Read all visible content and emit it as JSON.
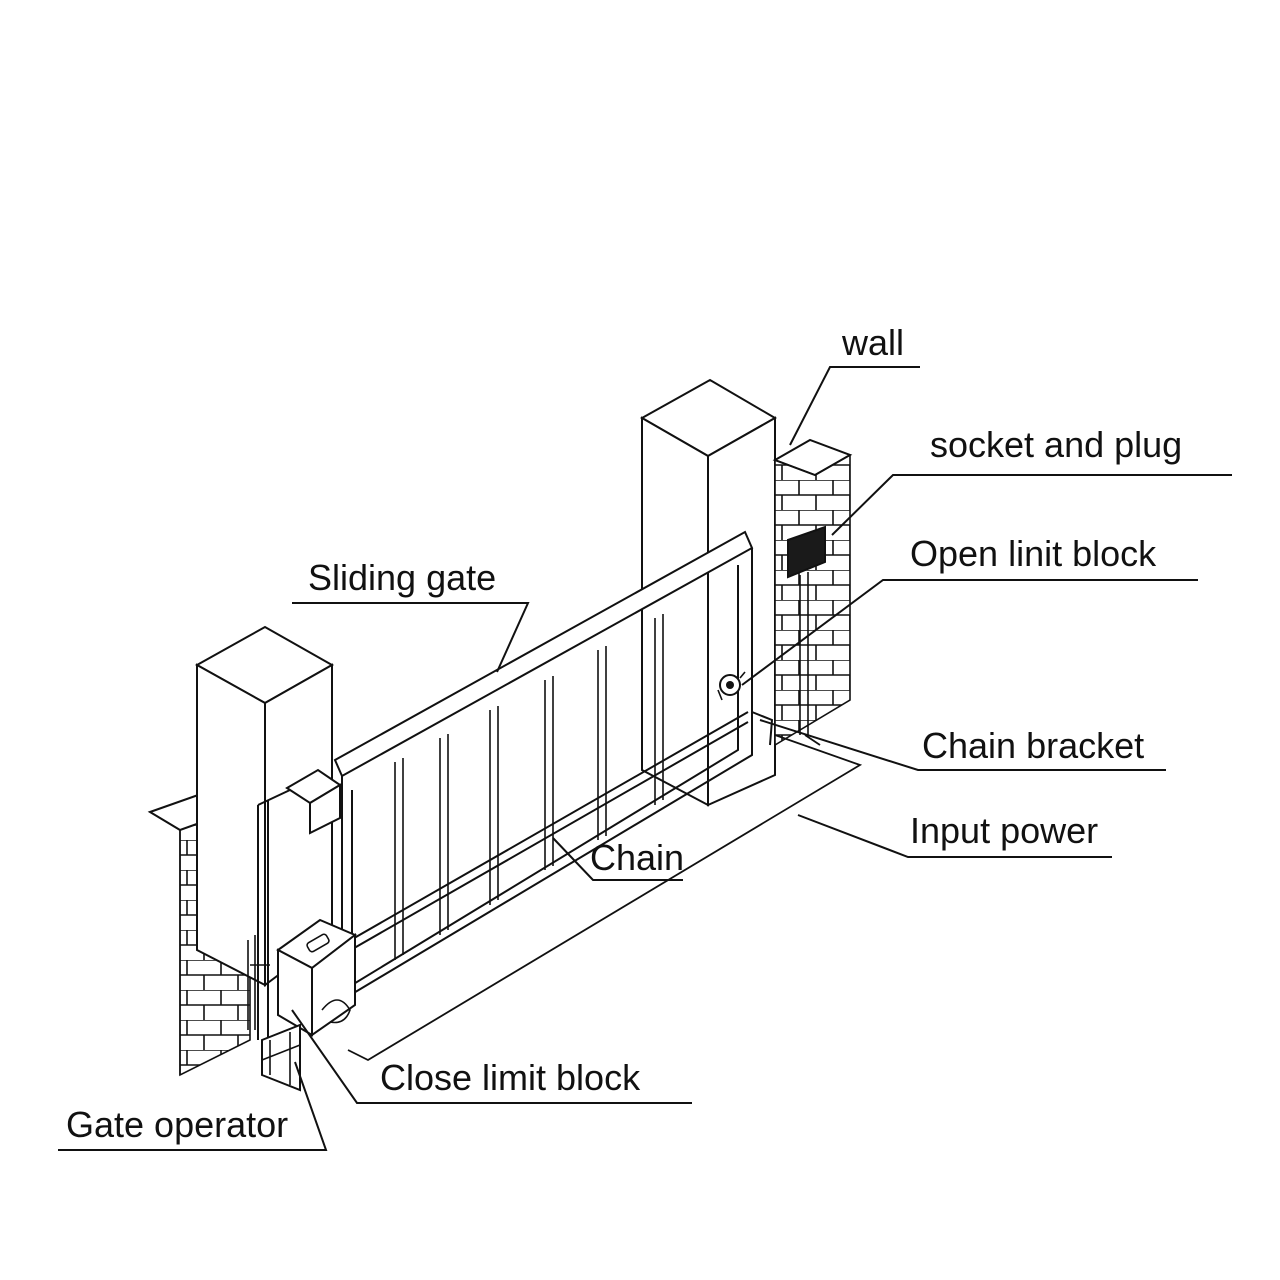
{
  "diagram": {
    "labels": {
      "wall": "wall",
      "socket_and_plug": "socket and plug",
      "open_limit_block": "Open linit block",
      "sliding_gate": "Sliding gate",
      "chain_bracket": "Chain bracket",
      "input_power": "Input power",
      "chain": "Chain",
      "close_limit_block": "Close limit block",
      "gate_operator": "Gate operator"
    },
    "colors": {
      "ink": "#111111",
      "background": "#ffffff",
      "socket_fill": "#1a1a1a"
    }
  }
}
